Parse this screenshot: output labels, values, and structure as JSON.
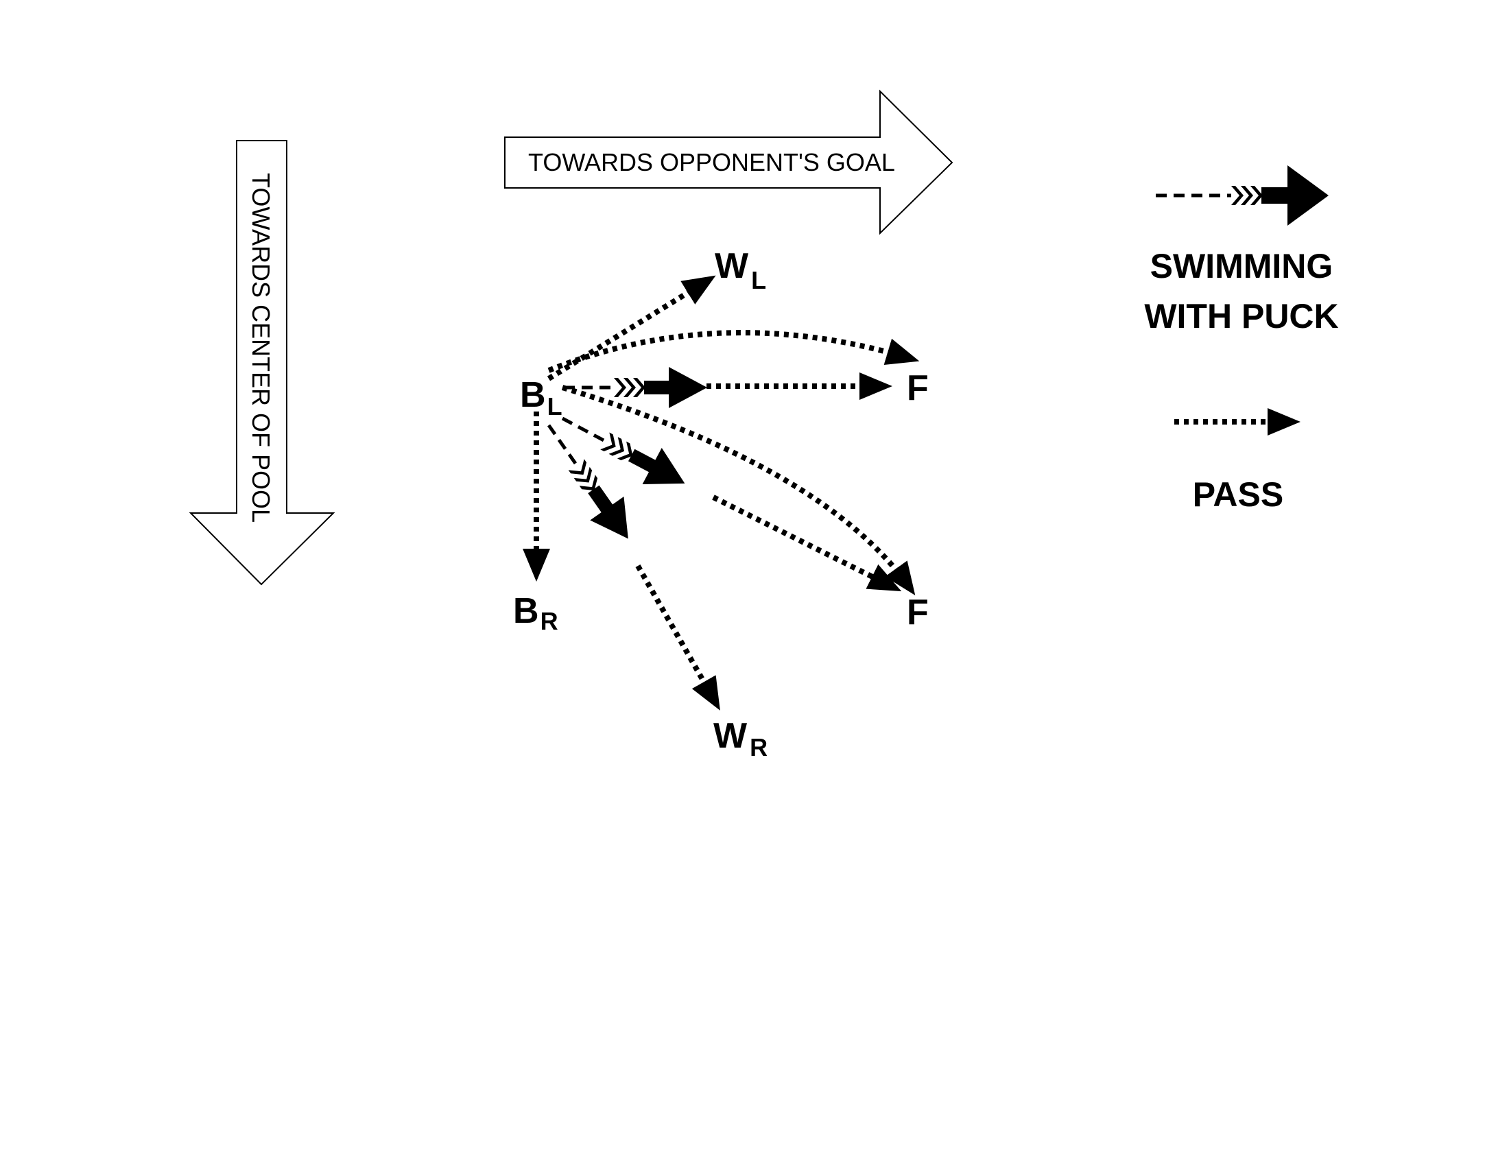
{
  "directions": {
    "goal_label": "TOWARDS OPPONENT'S GOAL",
    "center_label": "TOWARDS CENTER OF POOL"
  },
  "players": {
    "bl": {
      "main": "B",
      "sub": "L"
    },
    "wl": {
      "main": "W",
      "sub": "L"
    },
    "f_top": {
      "main": "F",
      "sub": ""
    },
    "f_bottom": {
      "main": "F",
      "sub": ""
    },
    "br": {
      "main": "B",
      "sub": "R"
    },
    "wr": {
      "main": "W",
      "sub": "R"
    }
  },
  "legend": {
    "swim_line1": "SWIMMING",
    "swim_line2": "WITH PUCK",
    "pass_label": "PASS"
  },
  "colors": {
    "ink": "#000000",
    "background": "#ffffff"
  }
}
